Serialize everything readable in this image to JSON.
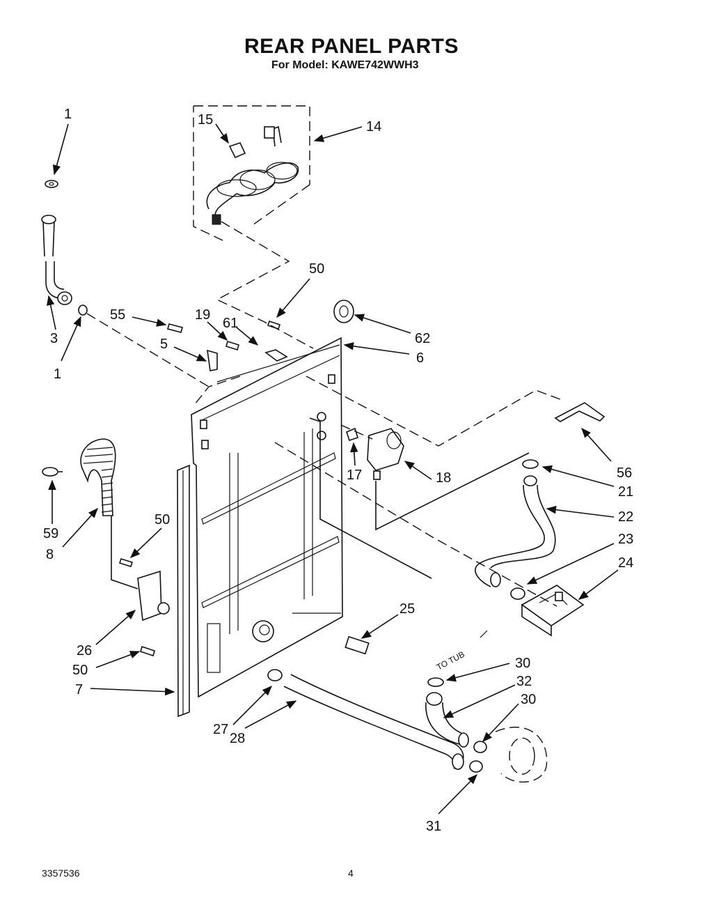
{
  "header": {
    "title": "REAR PANEL PARTS",
    "subtitle": "For Model: KAWE742WWH3"
  },
  "footer": {
    "doc_number": "3357536",
    "page_number": "4"
  },
  "diagram": {
    "tub_label": "TO TUB",
    "callouts": {
      "c1a": "1",
      "c1b": "1",
      "c3": "3",
      "c5": "5",
      "c6": "6",
      "c7": "7",
      "c8": "8",
      "c14": "14",
      "c15": "15",
      "c17": "17",
      "c18": "18",
      "c19": "19",
      "c21": "21",
      "c22": "22",
      "c23": "23",
      "c24": "24",
      "c25": "25",
      "c26": "26",
      "c27": "27",
      "c28": "28",
      "c30a": "30",
      "c30b": "30",
      "c31": "31",
      "c32": "32",
      "c50a": "50",
      "c50b": "50",
      "c50c": "50",
      "c55": "55",
      "c56": "56",
      "c59": "59",
      "c61": "61",
      "c62": "62"
    }
  }
}
